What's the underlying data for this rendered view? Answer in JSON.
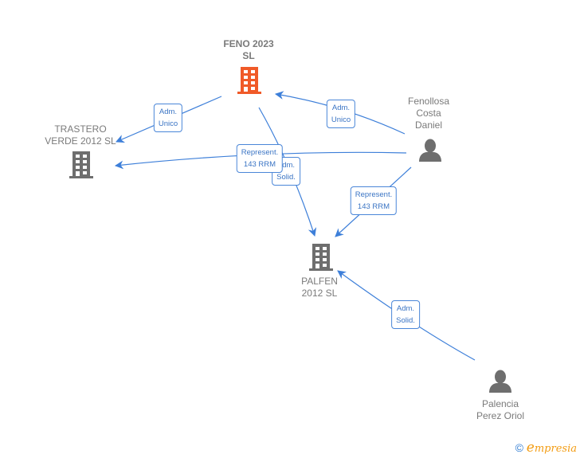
{
  "colors": {
    "edge": "#3d7fd9",
    "company_main": "#f05a28",
    "company": "#6e6e6e",
    "person": "#6e6e6e",
    "label_text": "#7a7a7a",
    "box_text": "#3a74c4"
  },
  "nodes": {
    "feno": {
      "type": "company",
      "icon": "building-icon",
      "highlight": true,
      "lines": [
        "FENO 2023",
        "SL"
      ]
    },
    "trastero": {
      "type": "company",
      "icon": "building-icon",
      "lines": [
        "TRASTERO",
        "VERDE 2012 SL"
      ]
    },
    "palfen": {
      "type": "company",
      "icon": "building-icon",
      "lines": [
        "PALFEN",
        "2012 SL"
      ]
    },
    "fenollosa": {
      "type": "person",
      "icon": "person-icon",
      "lines": [
        "Fenollosa",
        "Costa",
        "Daniel"
      ]
    },
    "palencia": {
      "type": "person",
      "icon": "person-icon",
      "lines": [
        "Palencia",
        "Perez Oriol"
      ]
    }
  },
  "relations": [
    {
      "id": "feno-trastero",
      "from": "FENO 2023 SL",
      "to": "TRASTERO VERDE 2012 SL",
      "lines": [
        "Adm.",
        "Unico"
      ]
    },
    {
      "id": "fenollosa-feno",
      "from": "Fenollosa Costa Daniel",
      "to": "FENO 2023 SL",
      "lines": [
        "Adm.",
        "Unico"
      ]
    },
    {
      "id": "fenollosa-trastero",
      "from": "Fenollosa Costa Daniel",
      "to": "TRASTERO VERDE 2012 SL",
      "lines": [
        "Represent.",
        "143 RRM"
      ]
    },
    {
      "id": "feno-palfen",
      "from": "FENO 2023 SL",
      "to": "PALFEN 2012 SL",
      "lines": [
        "Adm.",
        "Solid."
      ]
    },
    {
      "id": "fenollosa-palfen",
      "from": "Fenollosa Costa Daniel",
      "to": "PALFEN 2012 SL",
      "lines": [
        "Represent.",
        "143 RRM"
      ]
    },
    {
      "id": "palencia-palfen",
      "from": "Palencia Perez Oriol",
      "to": "PALFEN 2012 SL",
      "lines": [
        "Adm.",
        "Solid."
      ]
    }
  ],
  "footer": {
    "copyright": "©",
    "brand_initial": "e",
    "brand_rest": "mpresia"
  }
}
